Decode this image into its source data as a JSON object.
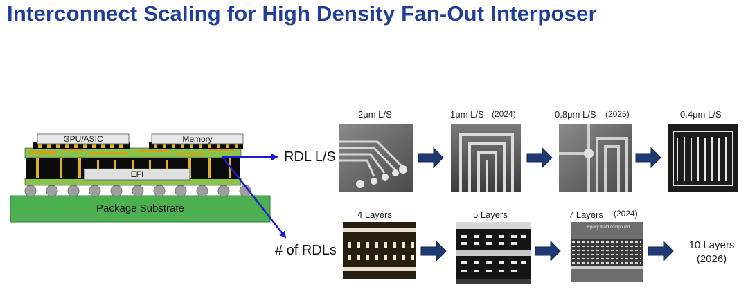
{
  "title": "Interconnect Scaling for High Density Fan-Out Interposer",
  "package": {
    "die1": "GPU/ASIC",
    "die2": "Memory",
    "bridge": "EFI",
    "substrate": "Package Substrate"
  },
  "row1": {
    "label": "RDL L/S",
    "steps": [
      {
        "label": "2μm L/S",
        "year": ""
      },
      {
        "label": "1μm L/S",
        "year": "(2024)"
      },
      {
        "label": "0.8μm L/S",
        "year": "(2025)"
      },
      {
        "label": "0.4μm L/S",
        "year": ""
      }
    ]
  },
  "row2": {
    "label": "# of RDLs",
    "steps": [
      {
        "label": "4 Layers",
        "year": ""
      },
      {
        "label": "5 Layers",
        "year": ""
      },
      {
        "label": "7 Layers",
        "year": "(2024)"
      }
    ],
    "sem_caption": "Epoxy mold compound",
    "final_line1": "10 Layers",
    "final_line2": "(2026)"
  }
}
